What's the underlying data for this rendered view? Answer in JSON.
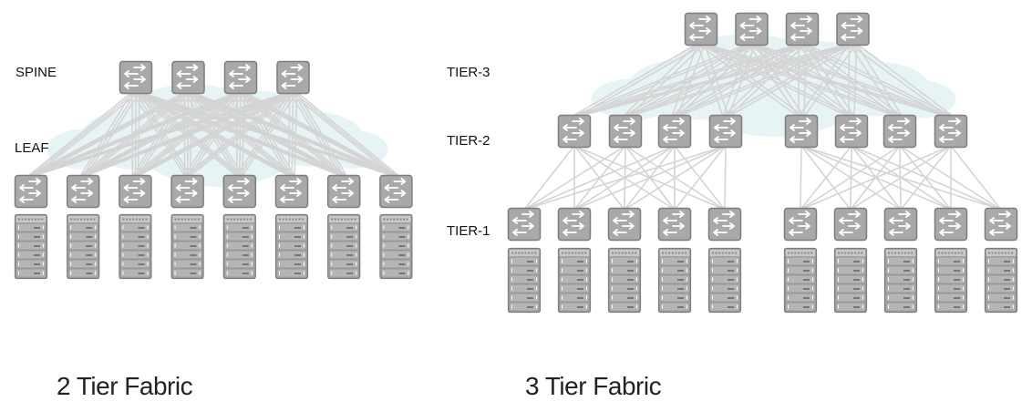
{
  "diagrams": [
    {
      "title": "2 Tier Fabric",
      "tiers": [
        {
          "label": "SPINE",
          "switch_count": 4
        },
        {
          "label": "LEAF",
          "switch_count": 8
        }
      ],
      "servers_per_leaf": 1,
      "topology": "full-mesh between spine and leaf"
    },
    {
      "title": "3 Tier Fabric",
      "tiers": [
        {
          "label": "TIER-3",
          "switch_count": 4
        },
        {
          "label": "TIER-2",
          "switch_count": 8,
          "pods": 2
        },
        {
          "label": "TIER-1",
          "switch_count": 10,
          "pods": 2
        }
      ],
      "servers_per_tier1": 1,
      "topology": "tier-3 full-mesh to tier-2; tier-2 full-mesh to tier-1 within each pod"
    }
  ],
  "colors": {
    "switch_fill": "#a9a9a9",
    "switch_border": "#7d7d7d",
    "link": "#d4d4d4",
    "cloud": "#e6f4f6",
    "text": "#111111"
  }
}
